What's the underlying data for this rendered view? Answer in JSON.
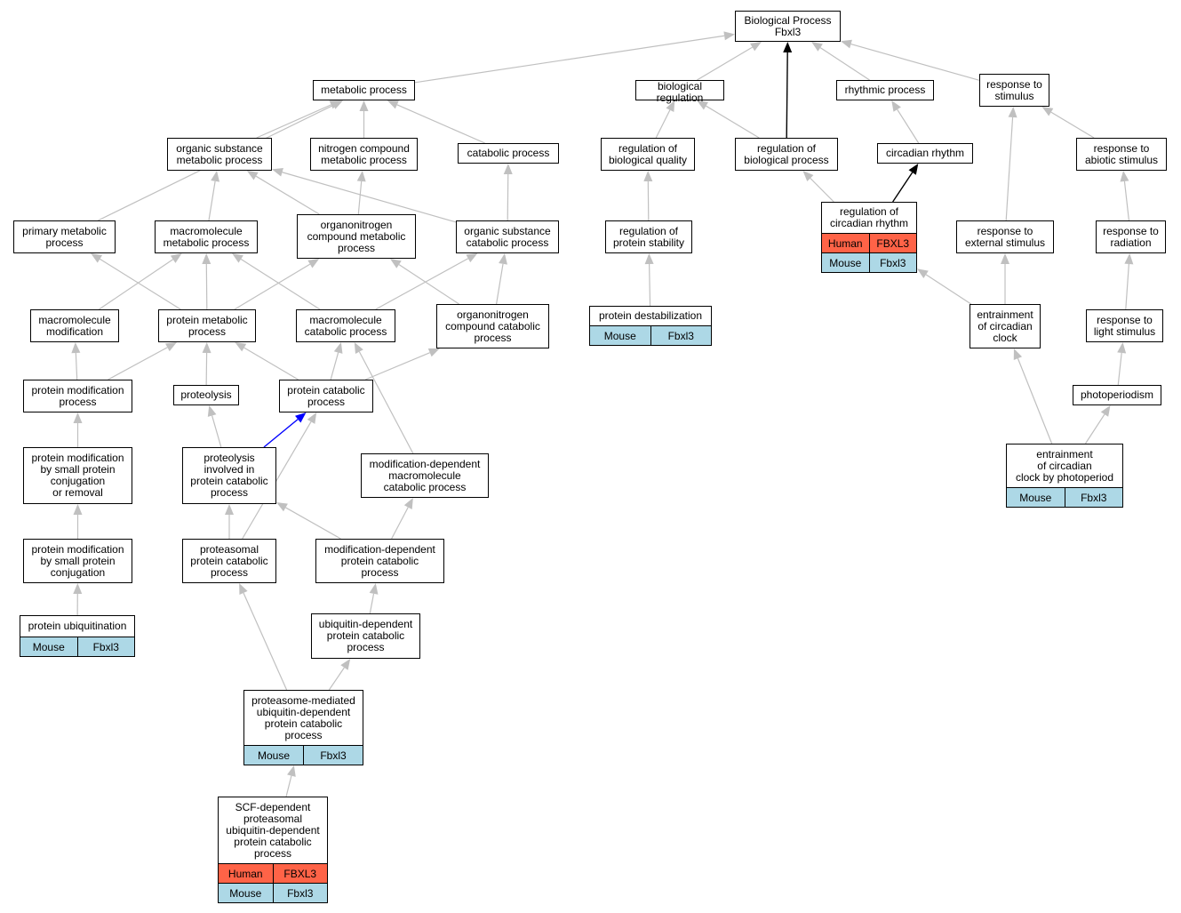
{
  "colors": {
    "edge": "#c0c0c0",
    "edge_highlight": "#0000ff",
    "edge_root": "#000000",
    "human_fill": "#ff6347",
    "mouse_fill": "#add8e6",
    "node_border": "#000000"
  },
  "nodes": [
    {
      "id": "root",
      "label": "Biological Process\nFbxl3"
    },
    {
      "id": "metabolic",
      "label": "metabolic process"
    },
    {
      "id": "bioreg",
      "label": "biological regulation"
    },
    {
      "id": "rhythmic",
      "label": "rhythmic process"
    },
    {
      "id": "resp_stim",
      "label": "response to\nstimulus"
    },
    {
      "id": "org_sub_met",
      "label": "organic substance\nmetabolic process"
    },
    {
      "id": "nitro_met",
      "label": "nitrogen compound\nmetabolic process"
    },
    {
      "id": "catabolic",
      "label": "catabolic process"
    },
    {
      "id": "reg_bioqual",
      "label": "regulation of\nbiological quality"
    },
    {
      "id": "reg_bioproc",
      "label": "regulation of\nbiological process"
    },
    {
      "id": "circadian",
      "label": "circadian rhythm"
    },
    {
      "id": "resp_abiotic",
      "label": "response to\nabiotic stimulus"
    },
    {
      "id": "primary_met",
      "label": "primary metabolic\nprocess"
    },
    {
      "id": "macro_met",
      "label": "macromolecule\nmetabolic process"
    },
    {
      "id": "orgnitro_met",
      "label": "organonitrogen\ncompound metabolic\nprocess"
    },
    {
      "id": "org_sub_cat",
      "label": "organic substance\ncatabolic process"
    },
    {
      "id": "reg_protstab",
      "label": "regulation of\nprotein stability"
    },
    {
      "id": "reg_circ",
      "label": "regulation of\ncircadian rhythm",
      "rows": [
        [
          "Human",
          "FBXL3"
        ],
        [
          "Mouse",
          "Fbxl3"
        ]
      ]
    },
    {
      "id": "resp_ext",
      "label": "response to\nexternal stimulus"
    },
    {
      "id": "resp_rad",
      "label": "response to\nradiation"
    },
    {
      "id": "macro_mod",
      "label": "macromolecule\nmodification"
    },
    {
      "id": "prot_met",
      "label": "protein metabolic\nprocess"
    },
    {
      "id": "macro_cat",
      "label": "macromolecule\ncatabolic process"
    },
    {
      "id": "orgnitro_cat",
      "label": "organonitrogen\ncompound catabolic\nprocess"
    },
    {
      "id": "prot_destab",
      "label": "protein destabilization",
      "rows": [
        [
          "Mouse",
          "Fbxl3"
        ]
      ]
    },
    {
      "id": "entrain",
      "label": "entrainment\nof circadian\nclock"
    },
    {
      "id": "resp_light",
      "label": "response to\nlight stimulus"
    },
    {
      "id": "prot_mod",
      "label": "protein modification\nprocess"
    },
    {
      "id": "proteolysis",
      "label": "proteolysis"
    },
    {
      "id": "prot_cat",
      "label": "protein catabolic\nprocess"
    },
    {
      "id": "photoperiod",
      "label": "photoperiodism"
    },
    {
      "id": "prot_mod_small",
      "label": "protein modification\nby small protein\nconjugation\nor removal"
    },
    {
      "id": "proteolysis_cat",
      "label": "proteolysis\ninvolved in\nprotein catabolic\nprocess"
    },
    {
      "id": "mod_macro_cat",
      "label": "modification-dependent\nmacromolecule\ncatabolic process"
    },
    {
      "id": "entrain_photo",
      "label": "entrainment\nof circadian\nclock by photoperiod",
      "rows": [
        [
          "Mouse",
          "Fbxl3"
        ]
      ]
    },
    {
      "id": "prot_mod_conj",
      "label": "protein modification\nby small protein\nconjugation"
    },
    {
      "id": "proteasomal",
      "label": "proteasomal\nprotein catabolic\nprocess"
    },
    {
      "id": "mod_prot_cat",
      "label": "modification-dependent\nprotein catabolic\nprocess"
    },
    {
      "id": "ubiq",
      "label": "protein ubiquitination",
      "rows": [
        [
          "Mouse",
          "Fbxl3"
        ]
      ]
    },
    {
      "id": "ubiq_dep",
      "label": "ubiquitin-dependent\nprotein catabolic\nprocess"
    },
    {
      "id": "proteasome_ubiq",
      "label": "proteasome-mediated\nubiquitin-dependent\nprotein catabolic\nprocess",
      "rows": [
        [
          "Mouse",
          "Fbxl3"
        ]
      ]
    },
    {
      "id": "scf",
      "label": "SCF-dependent\nproteasomal\nubiquitin-dependent\nprotein catabolic\nprocess",
      "rows": [
        [
          "Human",
          "FBXL3"
        ],
        [
          "Mouse",
          "Fbxl3"
        ]
      ]
    }
  ],
  "edges": [
    {
      "from": "metabolic",
      "to": "root"
    },
    {
      "from": "bioreg",
      "to": "root"
    },
    {
      "from": "rhythmic",
      "to": "root"
    },
    {
      "from": "resp_stim",
      "to": "root"
    },
    {
      "from": "reg_bioproc",
      "to": "root",
      "style": "root"
    },
    {
      "from": "org_sub_met",
      "to": "metabolic"
    },
    {
      "from": "nitro_met",
      "to": "metabolic"
    },
    {
      "from": "catabolic",
      "to": "metabolic"
    },
    {
      "from": "primary_met",
      "to": "metabolic"
    },
    {
      "from": "reg_bioqual",
      "to": "bioreg"
    },
    {
      "from": "reg_bioproc",
      "to": "bioreg"
    },
    {
      "from": "circadian",
      "to": "rhythmic"
    },
    {
      "from": "resp_abiotic",
      "to": "resp_stim"
    },
    {
      "from": "resp_ext",
      "to": "resp_stim"
    },
    {
      "from": "macro_met",
      "to": "org_sub_met"
    },
    {
      "from": "orgnitro_met",
      "to": "org_sub_met"
    },
    {
      "from": "org_sub_cat",
      "to": "org_sub_met"
    },
    {
      "from": "orgnitro_met",
      "to": "nitro_met"
    },
    {
      "from": "org_sub_cat",
      "to": "catabolic"
    },
    {
      "from": "reg_protstab",
      "to": "reg_bioqual"
    },
    {
      "from": "reg_circ",
      "to": "reg_bioproc"
    },
    {
      "from": "reg_circ",
      "to": "circadian",
      "style": "root"
    },
    {
      "from": "resp_rad",
      "to": "resp_abiotic"
    },
    {
      "from": "prot_met",
      "to": "primary_met"
    },
    {
      "from": "macro_mod",
      "to": "macro_met"
    },
    {
      "from": "prot_met",
      "to": "macro_met"
    },
    {
      "from": "macro_cat",
      "to": "macro_met"
    },
    {
      "from": "prot_met",
      "to": "orgnitro_met"
    },
    {
      "from": "orgnitro_cat",
      "to": "orgnitro_met"
    },
    {
      "from": "macro_cat",
      "to": "org_sub_cat"
    },
    {
      "from": "orgnitro_cat",
      "to": "org_sub_cat"
    },
    {
      "from": "prot_destab",
      "to": "reg_protstab"
    },
    {
      "from": "entrain",
      "to": "reg_circ"
    },
    {
      "from": "entrain",
      "to": "resp_ext"
    },
    {
      "from": "resp_light",
      "to": "resp_rad"
    },
    {
      "from": "prot_mod",
      "to": "macro_mod"
    },
    {
      "from": "prot_mod",
      "to": "prot_met"
    },
    {
      "from": "proteolysis",
      "to": "prot_met"
    },
    {
      "from": "prot_cat",
      "to": "prot_met"
    },
    {
      "from": "prot_cat",
      "to": "macro_cat"
    },
    {
      "from": "mod_macro_cat",
      "to": "macro_cat"
    },
    {
      "from": "prot_cat",
      "to": "orgnitro_cat"
    },
    {
      "from": "entrain_photo",
      "to": "entrain"
    },
    {
      "from": "photoperiod",
      "to": "resp_light"
    },
    {
      "from": "prot_mod_small",
      "to": "prot_mod"
    },
    {
      "from": "proteolysis_cat",
      "to": "proteolysis"
    },
    {
      "from": "proteolysis_cat",
      "to": "prot_cat",
      "style": "highlight"
    },
    {
      "from": "entrain_photo",
      "to": "photoperiod"
    },
    {
      "from": "prot_mod_conj",
      "to": "prot_mod_small"
    },
    {
      "from": "proteasomal",
      "to": "proteolysis_cat"
    },
    {
      "from": "proteasomal",
      "to": "prot_cat"
    },
    {
      "from": "mod_prot_cat",
      "to": "proteolysis_cat"
    },
    {
      "from": "mod_prot_cat",
      "to": "mod_macro_cat"
    },
    {
      "from": "ubiq",
      "to": "prot_mod_conj"
    },
    {
      "from": "ubiq_dep",
      "to": "mod_prot_cat"
    },
    {
      "from": "proteasome_ubiq",
      "to": "proteasomal"
    },
    {
      "from": "proteasome_ubiq",
      "to": "ubiq_dep"
    },
    {
      "from": "scf",
      "to": "proteasome_ubiq"
    }
  ]
}
